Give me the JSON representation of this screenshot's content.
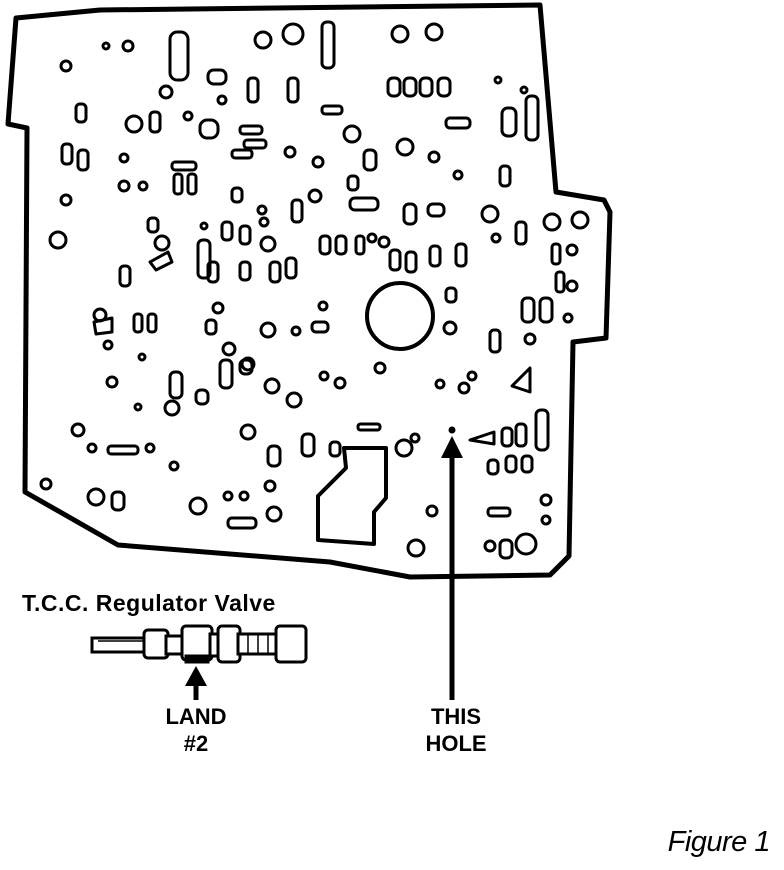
{
  "labels": {
    "valve_title": "T.C.C. Regulator Valve",
    "land": "LAND\n#2",
    "hole": "THIS\nHOLE",
    "figure": "Figure 1"
  },
  "icons": {
    "plate": "valve-body-spacer-plate",
    "valve": "tcc-regulator-valve",
    "arrow": "arrow-up"
  },
  "colors": {
    "ink": "#000000",
    "paper": "#ffffff"
  }
}
